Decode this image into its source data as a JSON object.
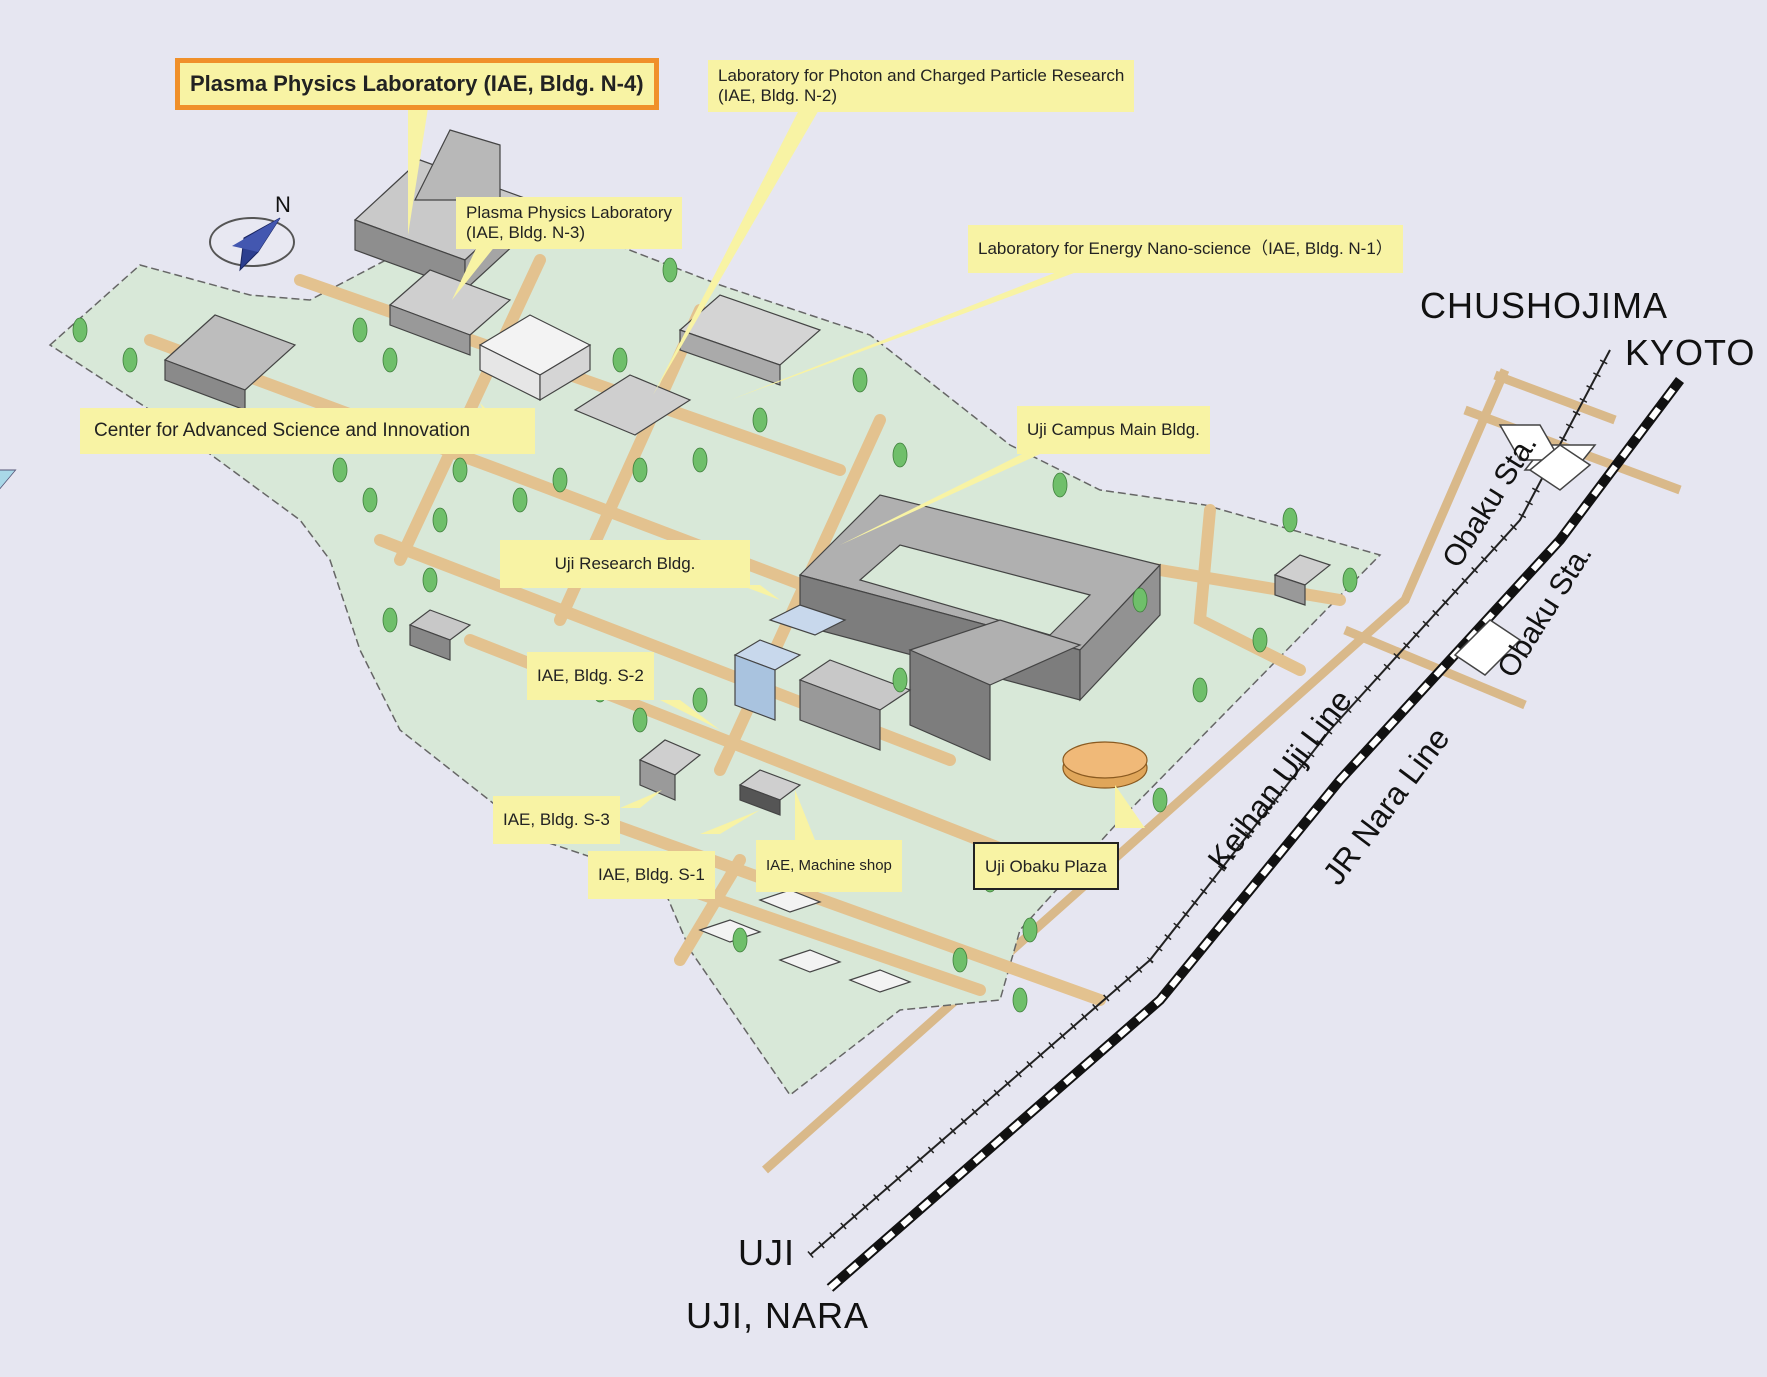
{
  "labels": {
    "n4": "Plasma Physics Laboratory (IAE, Bldg. N-4)",
    "n2_line1": "Laboratory for Photon and Charged Particle Research",
    "n2_line2": "(IAE, Bldg. N-2)",
    "n3_line1": "Plasma Physics Laboratory",
    "n3_line2": "(IAE, Bldg. N-3)",
    "n1": "Laboratory for Energy Nano-science（IAE, Bldg. N-1）",
    "casi": "Center for Advanced Science and Innovation",
    "main": "Uji Campus Main Bldg.",
    "research": "Uji Research Bldg.",
    "s2": "IAE, Bldg. S-2",
    "s3": "IAE, Bldg. S-3",
    "s1": "IAE, Bldg. S-1",
    "machine": "IAE, Machine shop",
    "plaza": "Uji Obaku Plaza"
  },
  "places": {
    "chushojima": "CHUSHOJIMA",
    "kyoto": "KYOTO",
    "uji": "UJI",
    "uji_nara": "UJI, NARA",
    "obaku_keihan": "Obaku Sta.",
    "obaku_jr": "Obaku Sta.",
    "keihan_line": "Keihan Uji Line",
    "jr_line": "JR Nara Line"
  },
  "compass": {
    "letter": "N"
  },
  "colors": {
    "background": "#e6e6f1",
    "campus": "#d8e8d8",
    "road": "#e3c28f",
    "label": "#f8f3a4",
    "highlight": "#f0902a"
  }
}
